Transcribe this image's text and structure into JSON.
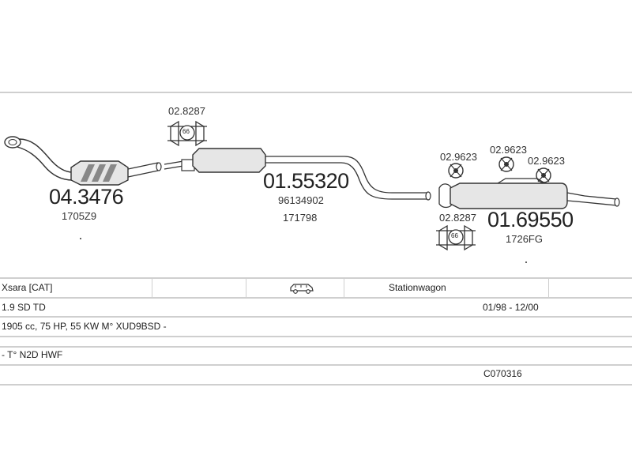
{
  "parts": {
    "catalyst": {
      "code": "04.3476",
      "ref1": "1705Z9"
    },
    "clamp_front": {
      "code": "02.8287",
      "badge": "66"
    },
    "middle_silencer": {
      "code": "01.55320",
      "ref1": "96134902",
      "ref2": "171798"
    },
    "rear_hanger_1": {
      "code": "02.9623"
    },
    "rear_hanger_2": {
      "code": "02.9623"
    },
    "rear_hanger_3": {
      "code": "02.9623"
    },
    "clamp_rear": {
      "code": "02.8287",
      "badge": "66"
    },
    "rear_silencer": {
      "code": "01.69550",
      "ref1": "1726FG"
    }
  },
  "table": {
    "row1": {
      "model": "Xsara  [CAT]",
      "body": "Stationwagon"
    },
    "row2": {
      "engine": "1.9 SD TD",
      "years": "01/98 - 12/00"
    },
    "row3": {
      "spec": "1905 cc, 75 HP, 55 KW M° XUD9BSD -"
    },
    "row4": {
      "type": "- T° N2D HWF"
    },
    "row5": {
      "code": "C070316"
    }
  },
  "icons": {
    "vehicle": "station-wagon-car-icon"
  },
  "colors": {
    "line": "#cfcfcf",
    "ink": "#222222",
    "part_fill": "#e6e6e6"
  }
}
